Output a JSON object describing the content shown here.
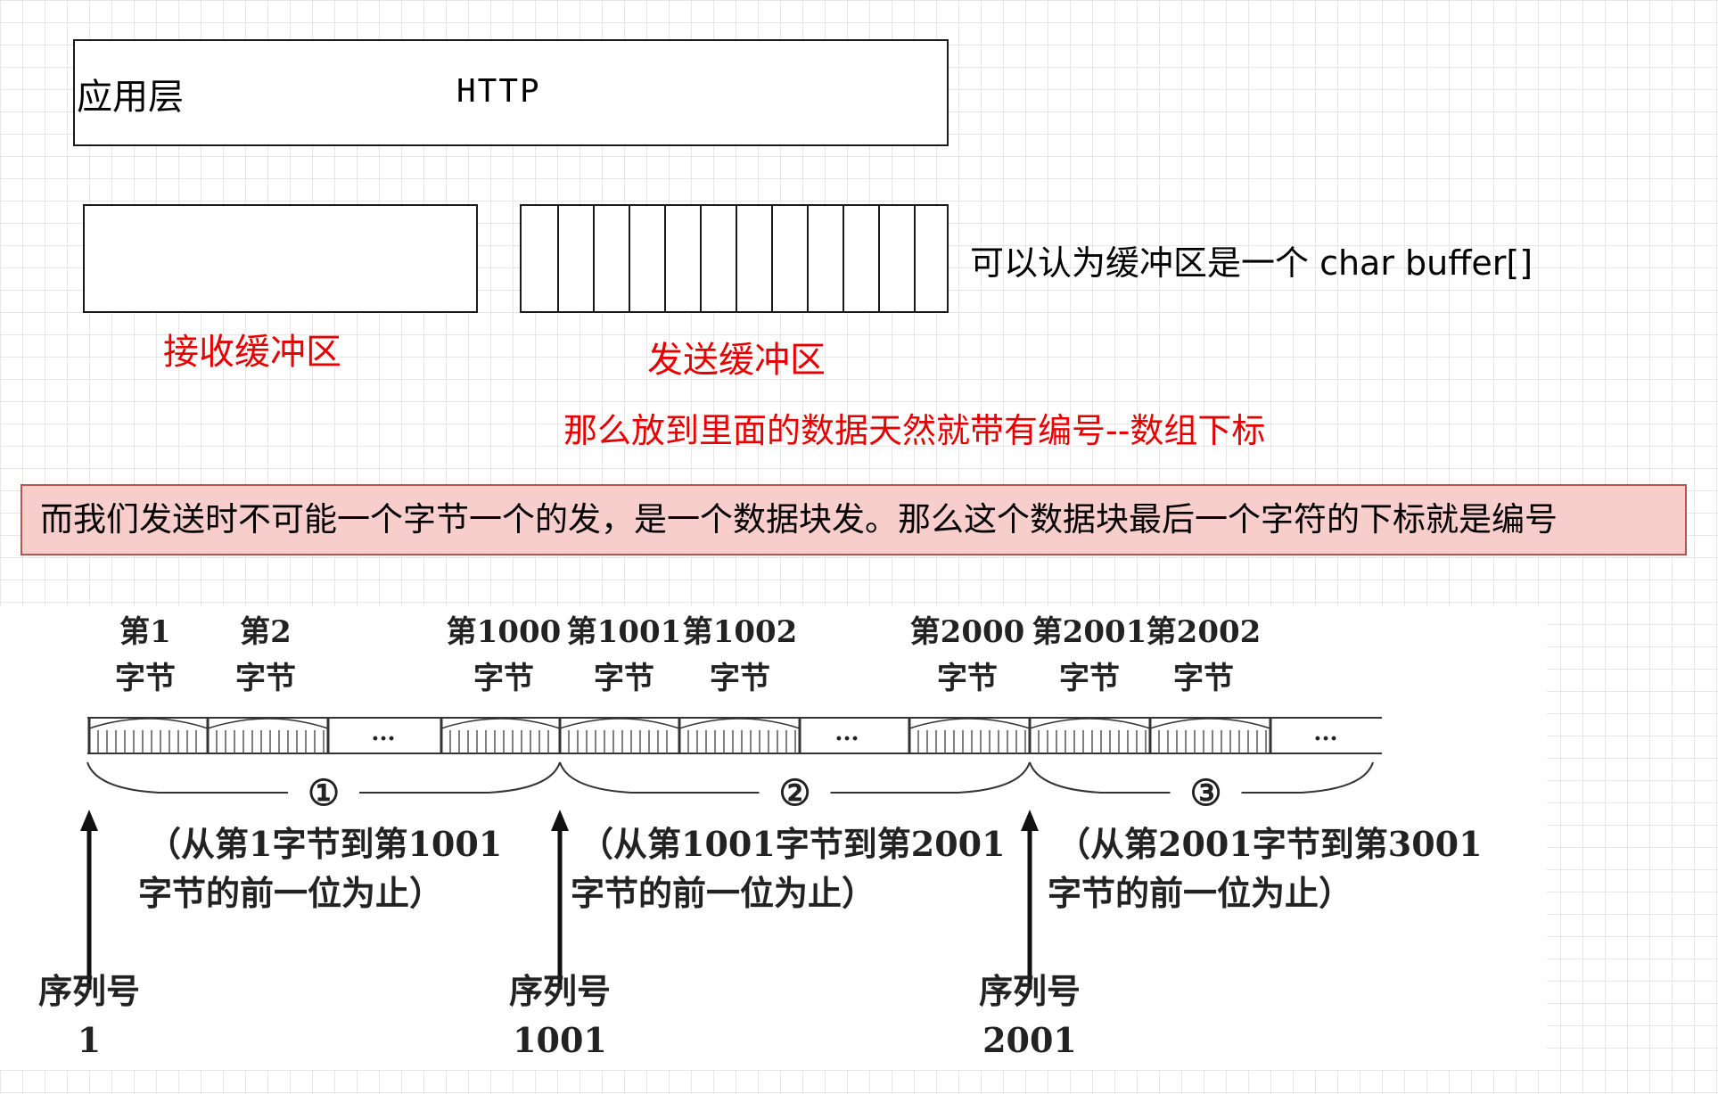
{
  "app_layer": {
    "label": "应用层",
    "protocol": "HTTP"
  },
  "buffers": {
    "recv_label": "接收缓冲区",
    "send_label": "发送缓冲区",
    "buffer_note": "可以认为缓冲区是一个 char buffer[]",
    "index_note": "那么放到里面的数据天然就带有编号--数组下标"
  },
  "note": "而我们发送时不可能一个字节一个的发，是一个数据块发。那么这个数据块最后一个字符的下标就是编号",
  "sequence": {
    "bytes": [
      {
        "top": "第1",
        "bottom": "字节"
      },
      {
        "top": "第2",
        "bottom": "字节"
      },
      {
        "top": "第1000",
        "bottom": "字节"
      },
      {
        "top": "第1001",
        "bottom": "字节"
      },
      {
        "top": "第1002",
        "bottom": "字节"
      },
      {
        "top": "第2000",
        "bottom": "字节"
      },
      {
        "top": "第2001",
        "bottom": "字节"
      },
      {
        "top": "第2002",
        "bottom": "字节"
      }
    ],
    "ellipsis": "···",
    "segments": [
      {
        "num": "①",
        "line1": "（从第1字节到第1001",
        "line2": "字节的前一位为止）"
      },
      {
        "num": "②",
        "line1": "（从第1001字节到第2001",
        "line2": "字节的前一位为止）"
      },
      {
        "num": "③",
        "line1": "（从第2001字节到第3001",
        "line2": "字节的前一位为止）"
      }
    ],
    "seq_label": "序列号",
    "seq_numbers": [
      "1",
      "1001",
      "2001"
    ]
  }
}
